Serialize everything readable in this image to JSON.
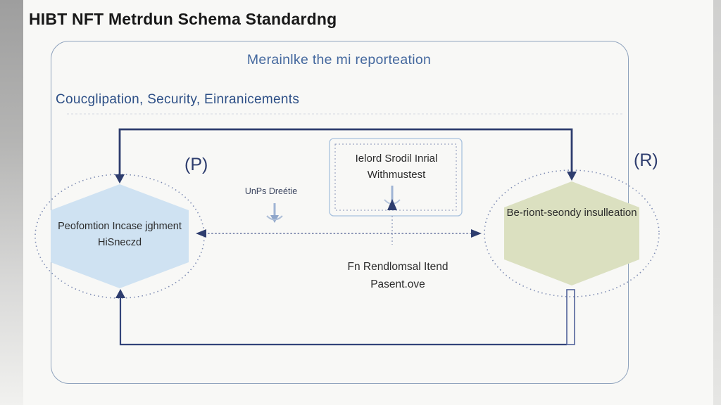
{
  "page": {
    "title": "HIBT NFT Metrdun Schema Standardng"
  },
  "diagram": {
    "subtitle": "Merainlke the mi reporteation",
    "features": "Coucglipation, Security, Einranicements",
    "label_left": "(P)",
    "label_right": "(R)",
    "left_node": {
      "line1": "Peofomtion Incase jghment",
      "line2": "HiSneczd"
    },
    "right_node": {
      "label": "Be-riont-seondy insulleation"
    },
    "center_box": {
      "line1": "Ielord Srodil Inrial",
      "line2": "Withmustest"
    },
    "small_label": "UnPs Dreétie",
    "bottom_note": {
      "line1": "Fn Rendlomsal Itend",
      "line2": "Pasent.ove"
    },
    "icons": {
      "down_arrow": "down-arrow-with-curved-base",
      "up_arrow": "up-arrow-with-curved-base"
    },
    "colors": {
      "navy_connector": "#2e3d6e",
      "blue_heading": "#2d4f86",
      "subtitle_blue": "#44689e",
      "left_hexagon_fill": "#cfe2f2",
      "right_hexagon_fill": "#dbe0c0",
      "dotted_ellipse": "#7f8db4",
      "dashed_box_border": "#a9c2de",
      "frame_border": "#8fa3bd"
    }
  }
}
